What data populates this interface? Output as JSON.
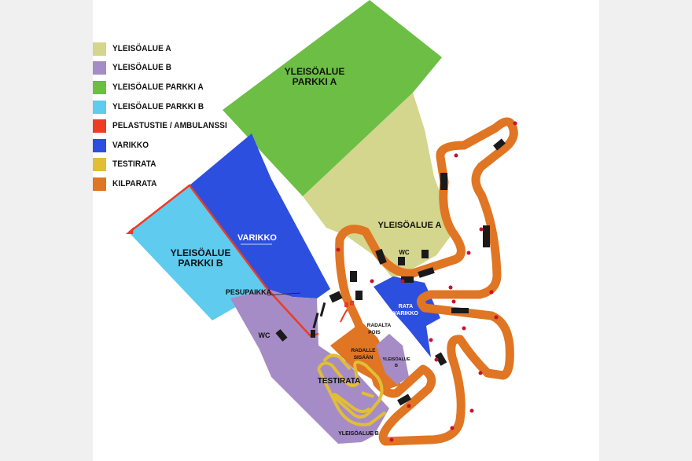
{
  "colors": {
    "yleisoalue_a": "#d3d68c",
    "yleisoalue_b": "#a58cc6",
    "parkki_a": "#6dbe45",
    "parkki_b": "#5ecbef",
    "pelastustie": "#ee3b24",
    "varikko": "#2d4fe0",
    "testirata": "#e2be36",
    "kilparata": "#e07523"
  },
  "legend": [
    {
      "label": "YLEISÖALUE A",
      "color": "#d3d68c"
    },
    {
      "label": "YLEISÖALUE B",
      "color": "#a58cc6"
    },
    {
      "label": "YLEISÖALUE PARKKI A",
      "color": "#6dbe45"
    },
    {
      "label": "YLEISÖALUE PARKKI B",
      "color": "#5ecbef"
    },
    {
      "label": "PELASTUSTIE / AMBULANSSI",
      "color": "#ee3b24"
    },
    {
      "label": "VARIKKO",
      "color": "#2d4fe0"
    },
    {
      "label": "TESTIRATA",
      "color": "#e2be36"
    },
    {
      "label": "KILPARATA",
      "color": "#e07523"
    }
  ],
  "labels": {
    "parkki_a_1": "YLEISÖALUE",
    "parkki_a_2": "PARKKI A",
    "parkki_b_1": "YLEISÖALUE",
    "parkki_b_2": "PARKKI B",
    "varikko": "VARIKKO",
    "yleisoalue_a": "YLEISÖALUE A",
    "wc_top": "WC",
    "rata_1": "RATA",
    "rata_2": "VARIKKO",
    "pesupaikka": "PESUPAIKKA",
    "wc_left": "WC",
    "radalta_1": "RADALTA",
    "radalta_2": "POIS",
    "radalle_1": "RADALLE",
    "radalle_2": "SISÄÄN",
    "ylb_small_1": "YLEISÖALUE",
    "ylb_small_2": "B",
    "testirata": "TESTIRATA",
    "ylb_bottom": "YLEISÖALUE B"
  }
}
